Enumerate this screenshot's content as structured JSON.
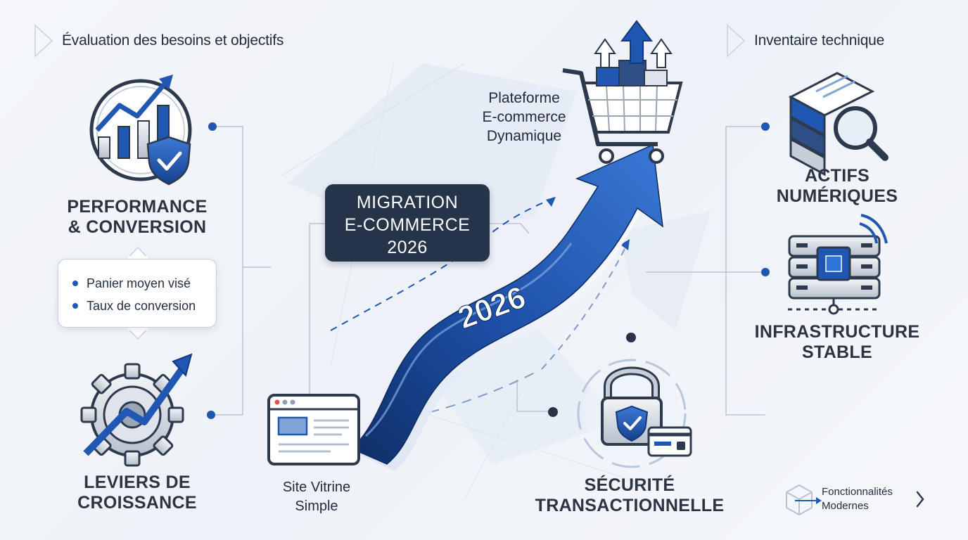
{
  "left_section": {
    "heading": "Évaluation des besoins et objectifs",
    "performance": {
      "line1": "PERFORMANCE",
      "line2": "& CONVERSION"
    },
    "callout_items": [
      "Panier moyen visé",
      "Taux de conversion"
    ],
    "growth": {
      "line1": "LEVIERS DE",
      "line2": "CROISSANCE"
    }
  },
  "center": {
    "badge": {
      "line1": "MIGRATION",
      "line2": "E-COMMERCE",
      "line3": "2026"
    },
    "arrow_label": "2026",
    "start": {
      "line1": "Site Vitrine",
      "line2": "Simple"
    },
    "end": {
      "line1": "Plateforme",
      "line2": "E-commerce",
      "line3": "Dynamique"
    },
    "security": {
      "line1": "SÉCURITÉ",
      "line2": "TRANSACTIONNELLE"
    }
  },
  "right_section": {
    "heading": "Inventaire technique",
    "assets": {
      "line1": "ACTIFS",
      "line2": "NUMÉRIQUES"
    },
    "infrastructure": {
      "line1": "INFRASTRUCTURE",
      "line2": "STABLE"
    },
    "footer": {
      "line1": "Fonctionnalités",
      "line2": "Modernes"
    }
  },
  "colors": {
    "primary_blue": "#1f57b3",
    "deep_blue": "#14387a",
    "dark_navy": "#253448",
    "text": "#2c3442"
  }
}
